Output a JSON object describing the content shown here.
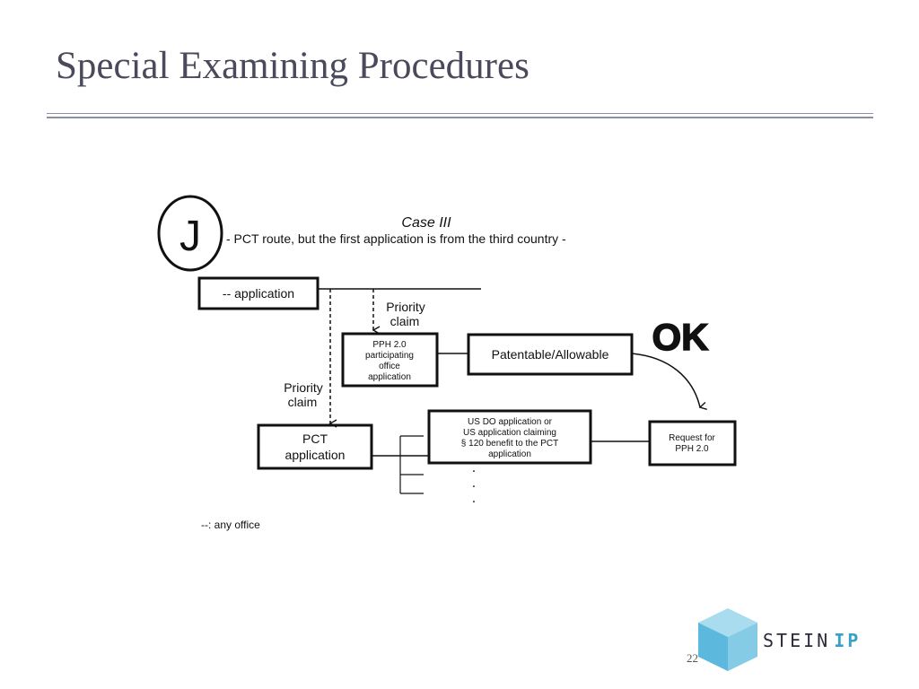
{
  "slide": {
    "title": "Special Examining Procedures",
    "page_number": "22"
  },
  "diagram": {
    "marker_letter": "J",
    "case_title": "Case III",
    "case_subtitle": "- PCT route, but the first application is from the third country -",
    "first_application": "-- application",
    "priority_claim_top": [
      "Priority",
      "claim"
    ],
    "priority_claim_left": [
      "Priority",
      "claim"
    ],
    "pph_office_application": [
      "PPH 2.0",
      "participating",
      "office",
      "application"
    ],
    "patentable": "Patentable/Allowable",
    "ok_label": "OK",
    "pct_application": [
      "PCT",
      "application"
    ],
    "us_application": [
      "US DO application or",
      "US application claiming",
      "§ 120 benefit to the PCT",
      "application"
    ],
    "request_pph": [
      "Request for",
      "PPH 2.0"
    ],
    "dots": ".",
    "legend": "--: any office"
  },
  "logo": {
    "name": "STEIN",
    "suffix": "IP",
    "cube_top_color": "#a9dcef",
    "cube_left_color": "#5cb8dd",
    "cube_right_color": "#86cbe6"
  }
}
